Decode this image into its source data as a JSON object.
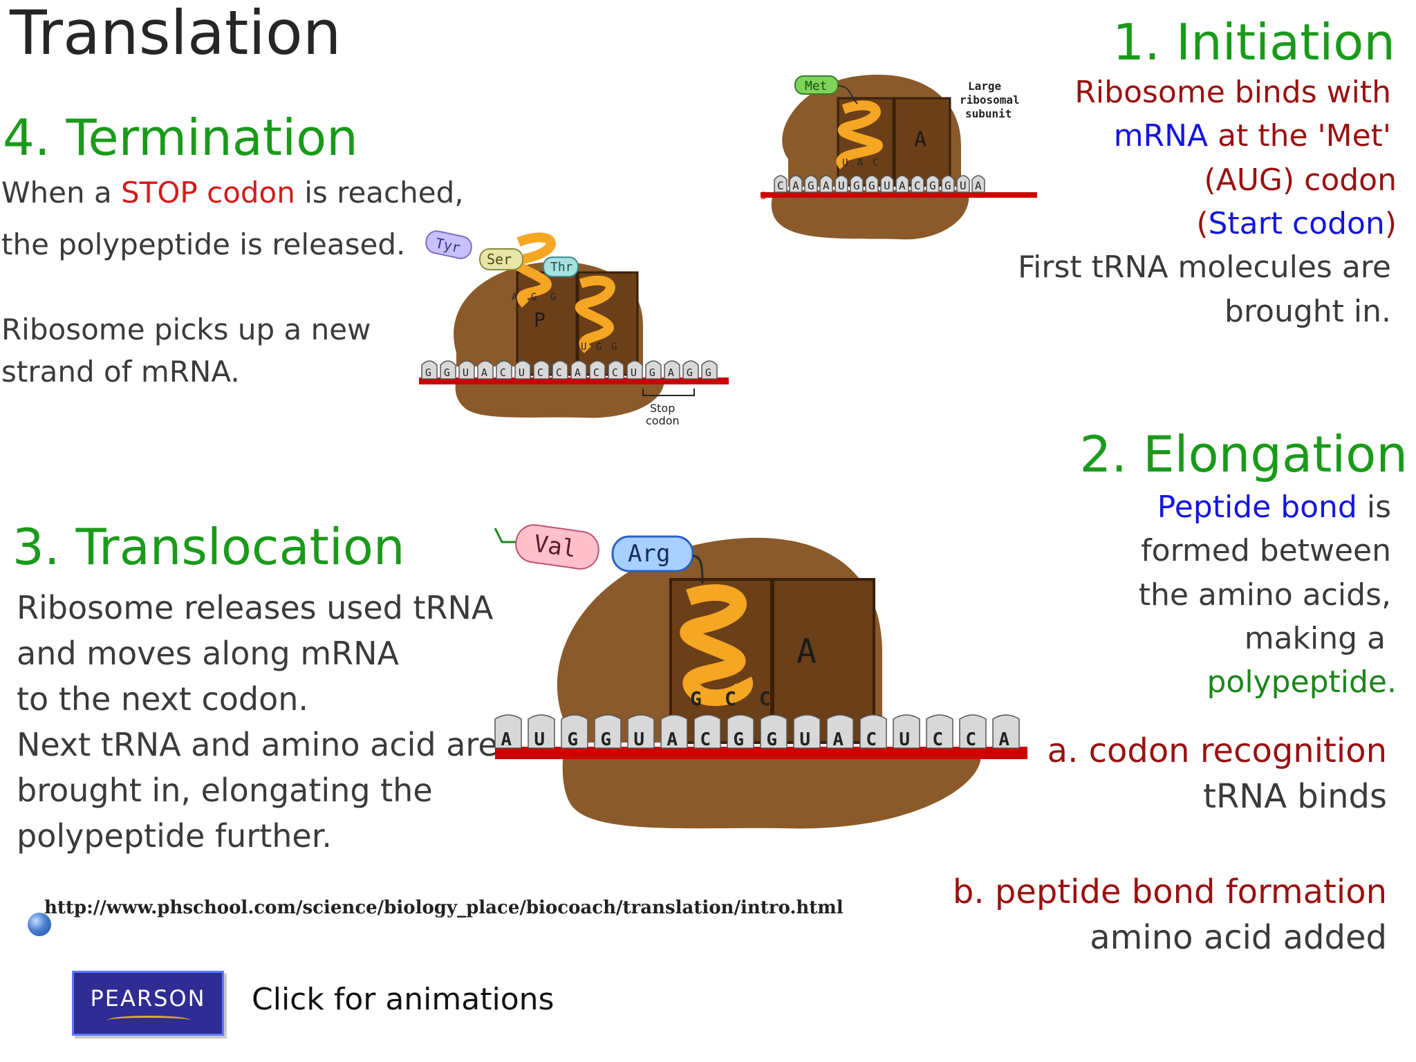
{
  "title": "Translation",
  "termination": {
    "heading": "4. Termination",
    "line1_pre": "When a ",
    "line1_stop": "STOP codon",
    "line1_post": " is reached,",
    "line2": "the polypeptide is released.",
    "line3": "Ribosome picks up a new",
    "line4": "strand of mRNA."
  },
  "initiation": {
    "heading": "1. Initiation",
    "line1": "Ribosome binds with",
    "line2_mrna": "mRNA",
    "line2_rest": " at the 'Met'",
    "line3": "(AUG) codon",
    "line4_open": "(",
    "line4_start": "Start codon",
    "line4_close": ")",
    "line5": "First tRNA molecules are",
    "line6": "brought in."
  },
  "elongation": {
    "heading": "2. Elongation",
    "line1_bond": "Peptide bond",
    "line1_rest": " is",
    "line2": "formed between",
    "line3": "the amino acids,",
    "line4": "making a",
    "line5": "polypeptide.",
    "a_title": "a. codon recognition",
    "a_body": "tRNA binds",
    "b_title": "b. peptide bond formation",
    "b_body": "amino acid added"
  },
  "translocation": {
    "heading": "3. Translocation",
    "lines": [
      "Ribosome releases used tRNA",
      "and moves along mRNA",
      "to the next codon.",
      "Next tRNA and amino acid are",
      "brought in, elongating the",
      "polypeptide further."
    ]
  },
  "diagrams": {
    "initiation": {
      "amino": "Met",
      "site_a": "A",
      "label_large": "Large",
      "label_ribosomal": "ribosomal",
      "label_subunit": "subunit",
      "five_prime": "5'",
      "anticodon": [
        "U",
        "A",
        "C"
      ],
      "mrna": [
        "C",
        "A",
        "G",
        "A",
        "U",
        "G",
        "G",
        "U",
        "A",
        "C",
        "G",
        "G",
        "U",
        "A"
      ]
    },
    "termination": {
      "aminos": [
        "Tyr",
        "Ser",
        "Thr"
      ],
      "site_p": "P",
      "anticodon_p": [
        "A",
        "G",
        "G"
      ],
      "anticodon_a": [
        "U",
        "G",
        "G"
      ],
      "mrna": [
        "G",
        "G",
        "U",
        "A",
        "C",
        "U",
        "C",
        "C",
        "A",
        "C",
        "C",
        "U",
        "G",
        "A",
        "G",
        "G"
      ],
      "stop_label_1": "Stop",
      "stop_label_2": "codon"
    },
    "translocation": {
      "aminos": [
        "Val",
        "Arg"
      ],
      "site_a": "A",
      "anticodon": [
        "G",
        "C",
        "C"
      ],
      "mrna": [
        "A",
        "U",
        "G",
        "G",
        "U",
        "A",
        "C",
        "G",
        "G",
        "U",
        "A",
        "C",
        "U",
        "C",
        "C",
        "A"
      ]
    }
  },
  "url": "http://www.phschool.com/science/biology_place/biocoach/translation/intro.html",
  "pearson": "PEARSON",
  "click": "Click for animations",
  "colors": {
    "heading_green": "#1a9a1a",
    "stop_red": "#d41a1a",
    "dark_red": "#9a1010",
    "blue": "#1414e0",
    "ribosome_brown": "#8b5a2b",
    "mrna_red": "#cc0000",
    "helix_orange": "#f5a623"
  }
}
